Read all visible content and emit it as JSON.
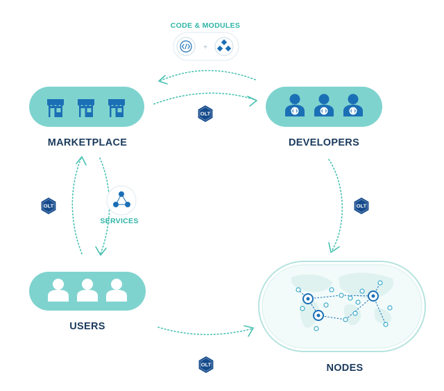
{
  "labels": {
    "code_modules": "CODE & MODULES",
    "marketplace": "MARKETPLACE",
    "developers": "DEVELOPERS",
    "services": "SERVICES",
    "users": "USERS",
    "nodes": "NODES"
  },
  "badges": {
    "top": "OLT",
    "left": "OLT",
    "right": "OLT",
    "bottom": "OLT"
  },
  "colors": {
    "pill_fill": "#7fd3cf",
    "icon_blue": "#1b6fb5",
    "navy": "#1b3a5c",
    "teal_text": "#2fb5a5",
    "flow": "#46c0b0",
    "badge": "#144a8b"
  },
  "icons": {
    "code": "code-brackets-icon",
    "modules": "modules-cubes-icon",
    "store": "store-icon",
    "developer": "developer-person-icon",
    "services": "network-nodes-icon",
    "user": "user-silhouette-icon",
    "world": "world-map-network-icon"
  }
}
